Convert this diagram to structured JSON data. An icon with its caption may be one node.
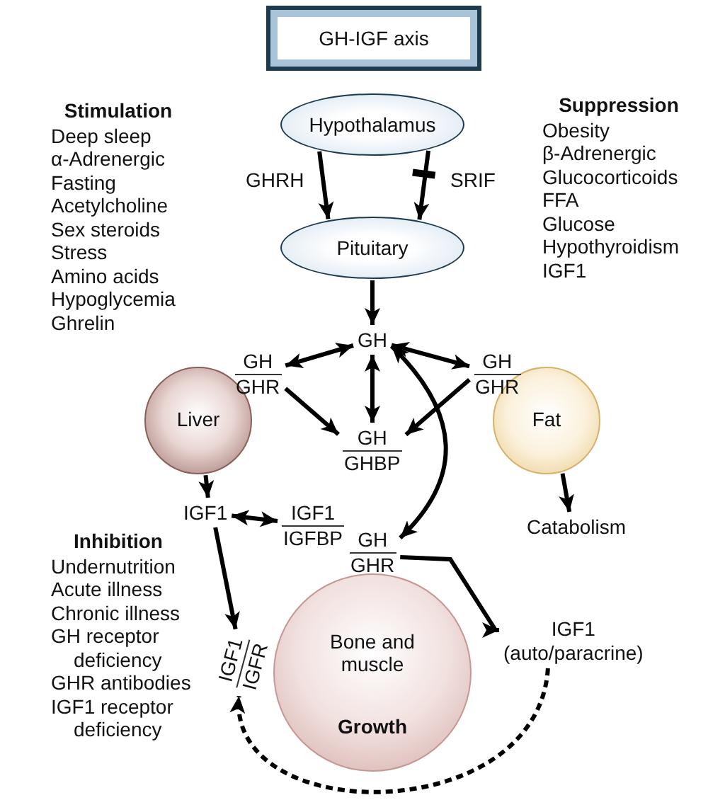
{
  "diagram": {
    "nodes": [
      {
        "text": [
          "GH-IGF axis"
        ]
      },
      {
        "text": [
          "Hypothalamus"
        ]
      },
      {
        "text": [
          "Pituitary"
        ]
      },
      {
        "text": [
          "GH"
        ]
      },
      {
        "text": [
          "GH",
          "GHR"
        ]
      },
      {
        "text": [
          "GH",
          "GHR"
        ]
      },
      {
        "text": [
          "Liver"
        ]
      },
      {
        "text": [
          "Fat"
        ]
      },
      {
        "text": [
          "GH",
          "GHBP"
        ]
      },
      {
        "text": [
          "IGF1"
        ]
      },
      {
        "text": [
          "IGF1",
          "IGFBP"
        ]
      },
      {
        "text": [
          "Catabolism"
        ]
      },
      {
        "text": [
          "Bone and muscle",
          "Growth"
        ]
      },
      {
        "text": [
          "GH",
          "GHR"
        ]
      },
      {
        "text": [
          "IGF1",
          "IGFR"
        ]
      },
      {
        "text": [
          "IGF1",
          "(auto/paracrine)"
        ]
      }
    ],
    "edges": [
      {
        "from": 1,
        "to": 2,
        "arrow": "to",
        "label": "GHRH"
      },
      {
        "from": 1,
        "to": 2,
        "arrow": "to",
        "label": "SRIF"
      },
      {
        "from": 2,
        "to": 3,
        "arrow": "to"
      },
      {
        "from": 3,
        "to": 4,
        "arrow": "both"
      },
      {
        "from": 3,
        "to": 5,
        "arrow": "both"
      },
      {
        "from": 3,
        "to": 8,
        "arrow": "both"
      },
      {
        "from": 4,
        "to": 8,
        "arrow": "to"
      },
      {
        "from": 5,
        "to": 8,
        "arrow": "to"
      },
      {
        "from": 3,
        "to": 13,
        "arrow": "both"
      },
      {
        "from": 6,
        "to": 9,
        "arrow": "to"
      },
      {
        "from": 9,
        "to": 10,
        "arrow": "both"
      },
      {
        "from": 9,
        "to": 14,
        "arrow": "to"
      },
      {
        "from": 7,
        "to": 11,
        "arrow": "to"
      },
      {
        "from": 13,
        "to": 15,
        "arrow": "to"
      },
      {
        "from": 15,
        "to": 14,
        "arrow": "to",
        "style": "dashed"
      }
    ],
    "labels": [
      "Stimulation",
      "Deep sleep",
      "α-Adrenergic",
      "Fasting",
      "Acetylcholine",
      "Sex steroids",
      "Stress",
      "Amino acids",
      "Hypoglycemia",
      "Ghrelin",
      "Suppression",
      "Obesity",
      "β-Adrenergic",
      "Glucocorticoids",
      "FFA",
      "Glucose",
      "Hypothyroidism",
      "IGF1",
      "Inhibition",
      "Undernutrition",
      "Acute illness",
      "Chronic illness",
      "GH receptor deficiency",
      "GHR antibodies",
      "IGF1 receptor deficiency"
    ]
  }
}
